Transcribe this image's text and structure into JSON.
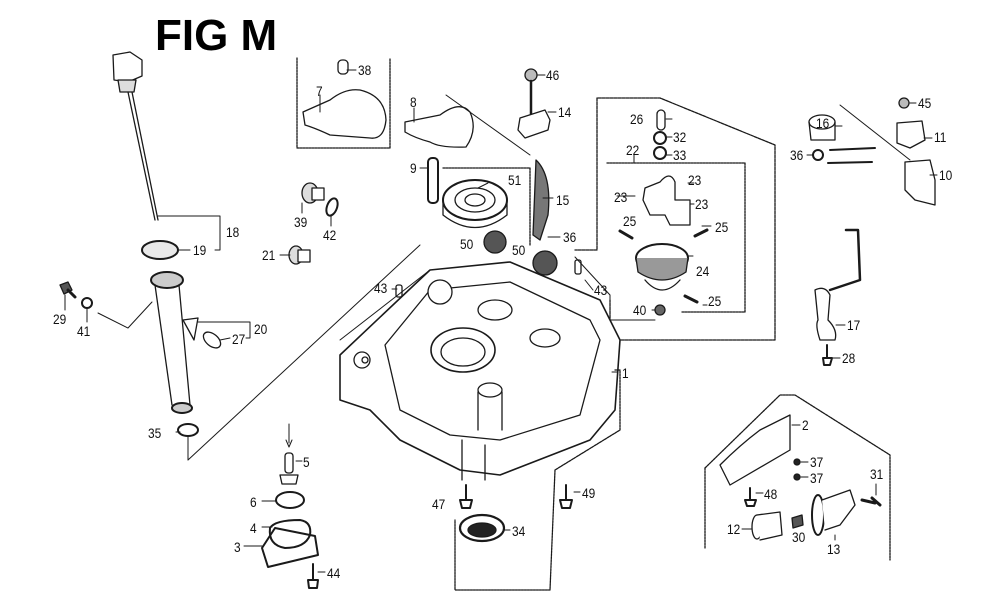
{
  "diagram": {
    "title": "FIG M",
    "line_color": "#1a1a1a",
    "background": "#ffffff",
    "callouts": [
      {
        "id": "p1",
        "label": "1"
      },
      {
        "id": "p2",
        "label": "2"
      },
      {
        "id": "p3",
        "label": "3"
      },
      {
        "id": "p4",
        "label": "4"
      },
      {
        "id": "p5",
        "label": "5"
      },
      {
        "id": "p6",
        "label": "6"
      },
      {
        "id": "p7",
        "label": "7"
      },
      {
        "id": "p8",
        "label": "8"
      },
      {
        "id": "p9",
        "label": "9"
      },
      {
        "id": "p10",
        "label": "10"
      },
      {
        "id": "p11",
        "label": "11"
      },
      {
        "id": "p12",
        "label": "12"
      },
      {
        "id": "p13",
        "label": "13"
      },
      {
        "id": "p14",
        "label": "14"
      },
      {
        "id": "p15",
        "label": "15"
      },
      {
        "id": "p16",
        "label": "16"
      },
      {
        "id": "p17",
        "label": "17"
      },
      {
        "id": "p18",
        "label": "18"
      },
      {
        "id": "p19",
        "label": "19"
      },
      {
        "id": "p20",
        "label": "20"
      },
      {
        "id": "p21",
        "label": "21"
      },
      {
        "id": "p22",
        "label": "22"
      },
      {
        "id": "p23a",
        "label": "23"
      },
      {
        "id": "p23b",
        "label": "23"
      },
      {
        "id": "p23c",
        "label": "23"
      },
      {
        "id": "p24",
        "label": "24"
      },
      {
        "id": "p25a",
        "label": "25"
      },
      {
        "id": "p25b",
        "label": "25"
      },
      {
        "id": "p25c",
        "label": "25"
      },
      {
        "id": "p26",
        "label": "26"
      },
      {
        "id": "p27",
        "label": "27"
      },
      {
        "id": "p28",
        "label": "28"
      },
      {
        "id": "p29",
        "label": "29"
      },
      {
        "id": "p30",
        "label": "30"
      },
      {
        "id": "p31",
        "label": "31"
      },
      {
        "id": "p32",
        "label": "32"
      },
      {
        "id": "p33",
        "label": "33"
      },
      {
        "id": "p34",
        "label": "34"
      },
      {
        "id": "p35",
        "label": "35"
      },
      {
        "id": "p36a",
        "label": "36"
      },
      {
        "id": "p36b",
        "label": "36"
      },
      {
        "id": "p37a",
        "label": "37"
      },
      {
        "id": "p37b",
        "label": "37"
      },
      {
        "id": "p38",
        "label": "38"
      },
      {
        "id": "p39",
        "label": "39"
      },
      {
        "id": "p40",
        "label": "40"
      },
      {
        "id": "p41",
        "label": "41"
      },
      {
        "id": "p42",
        "label": "42"
      },
      {
        "id": "p43a",
        "label": "43"
      },
      {
        "id": "p43b",
        "label": "43"
      },
      {
        "id": "p44",
        "label": "44"
      },
      {
        "id": "p45",
        "label": "45"
      },
      {
        "id": "p46",
        "label": "46"
      },
      {
        "id": "p47",
        "label": "47"
      },
      {
        "id": "p48",
        "label": "48"
      },
      {
        "id": "p49",
        "label": "49"
      },
      {
        "id": "p50a",
        "label": "50"
      },
      {
        "id": "p50b",
        "label": "50"
      },
      {
        "id": "p51",
        "label": "51"
      }
    ]
  }
}
